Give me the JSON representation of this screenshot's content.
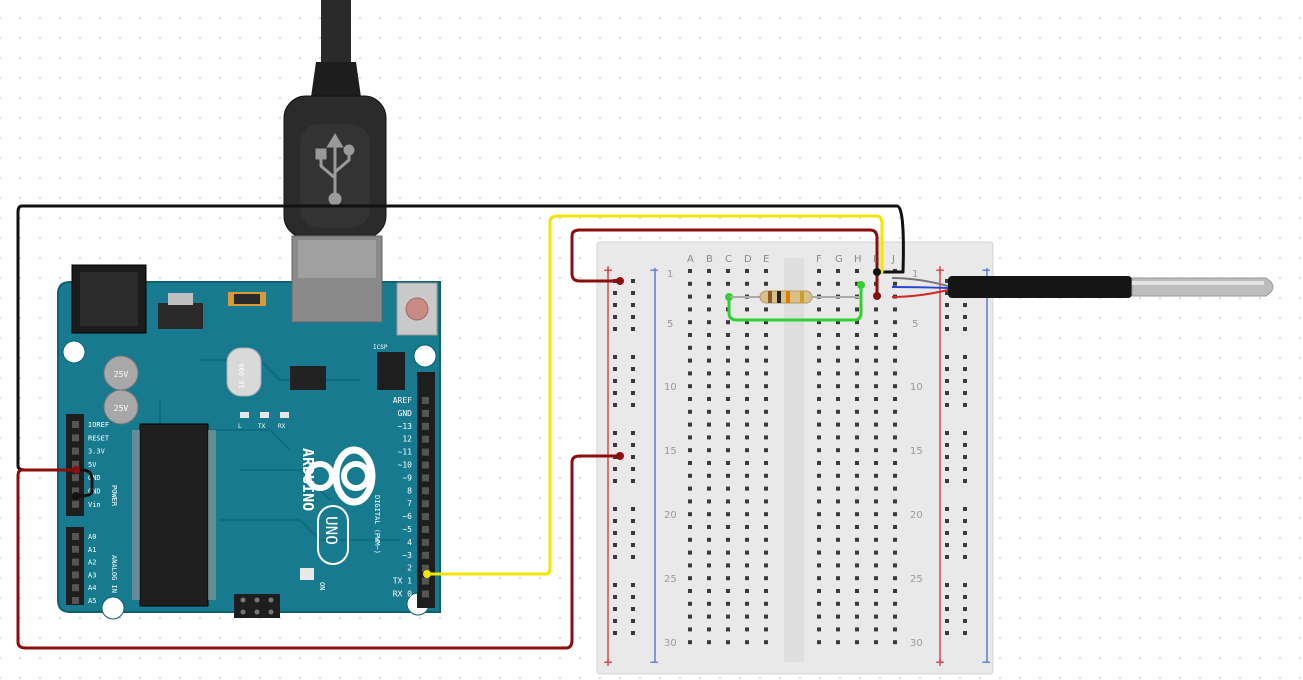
{
  "board": {
    "model_mark": "UNO",
    "brand_mark": "ARDUINO",
    "digital_header_caption": "DIGITAL (PWM~)",
    "power_header_caption": "POWER",
    "analog_header_caption": "ANALOG IN",
    "on_label": "ON",
    "tx_label": "TX",
    "rx_label": "RX",
    "l_label": "L",
    "icsp_label": "ICSP",
    "crystal_label": "16.000",
    "capacitor_label": "25V",
    "digital_pins": [
      "AREF",
      "GND",
      "~13",
      "12",
      "~11",
      "~10",
      "~9",
      "8",
      "7",
      "~6",
      "~5",
      "4",
      "~3",
      "2",
      "TX 1",
      "RX 0"
    ],
    "power_pins": [
      "IOREF",
      "RESET",
      "3.3V",
      "5V",
      "GND",
      "GND",
      "Vin"
    ],
    "analog_pins": [
      "A0",
      "A1",
      "A2",
      "A3",
      "A4",
      "A5"
    ]
  },
  "breadboard": {
    "column_letters_left": [
      "A",
      "B",
      "C",
      "D",
      "E"
    ],
    "column_letters_right": [
      "F",
      "G",
      "H",
      "I",
      "J"
    ],
    "row_numbers": [
      "1",
      "5",
      "10",
      "15",
      "20",
      "25",
      "30"
    ],
    "plus_sign": "+",
    "minus_sign": "−"
  },
  "wire_colors": {
    "black": "#111111",
    "yellow": "#f2e600",
    "red": "#8b0d0d",
    "green": "#2fd12f",
    "sensor_blue": "#2846d6",
    "sensor_red": "#d62828"
  }
}
